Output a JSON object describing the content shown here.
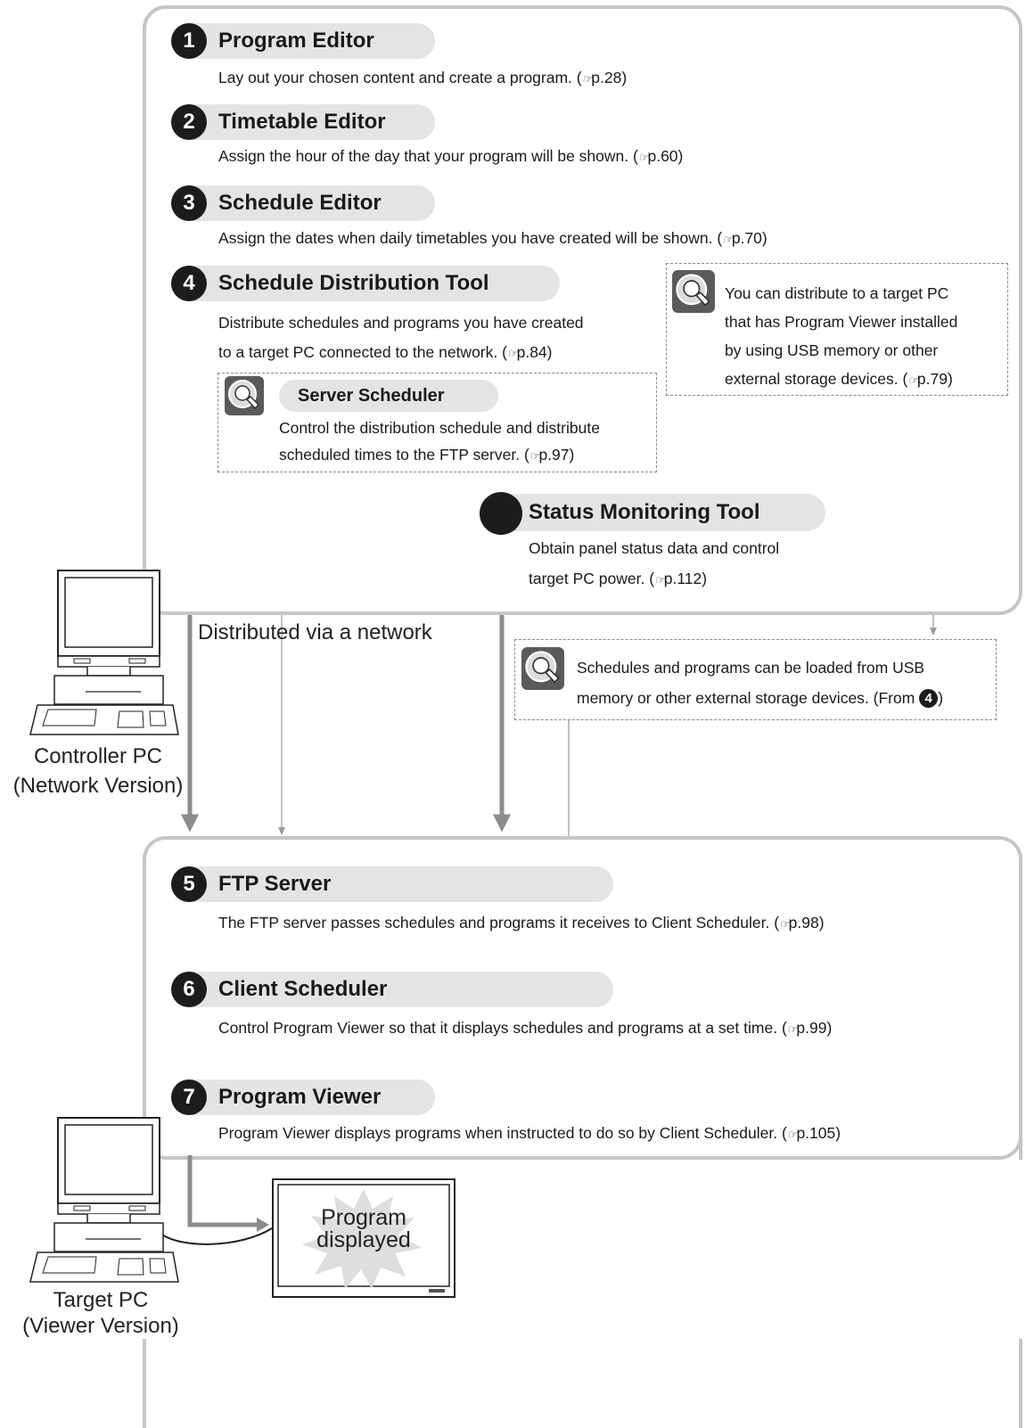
{
  "steps": [
    {
      "num": "1",
      "title": "Program Editor",
      "desc": "Lay out your chosen content and create a program.",
      "ref": "p.28"
    },
    {
      "num": "2",
      "title": "Timetable Editor",
      "desc": "Assign the hour of the day that your program will be shown.",
      "ref": "p.60"
    },
    {
      "num": "3",
      "title": "Schedule Editor",
      "desc": "Assign the dates when daily timetables you have created will be shown.",
      "ref": "p.70"
    },
    {
      "num": "4",
      "title": "Schedule Distribution Tool",
      "desc_line1": "Distribute schedules and programs you have created",
      "desc_line2": "to a target PC connected to the network.",
      "ref": "p.84"
    },
    {
      "num": "5",
      "title": "FTP Server",
      "desc": "The FTP server passes schedules and programs it receives to Client Scheduler.",
      "ref": "p.98"
    },
    {
      "num": "6",
      "title": "Client Scheduler",
      "desc": "Control Program Viewer so that it displays schedules and programs at a set time.",
      "ref": "p.99"
    },
    {
      "num": "7",
      "title": "Program Viewer",
      "desc": "Program Viewer displays programs when instructed to do so by Client Scheduler.",
      "ref": "p.105"
    }
  ],
  "status_tool": {
    "title": "Status Monitoring Tool",
    "line1": "Obtain panel status data and control",
    "line2": "target PC power.",
    "ref": "p.112"
  },
  "server_scheduler": {
    "title": "Server Scheduler",
    "line1": "Control the distribution schedule and distribute",
    "line2": "scheduled times to the FTP server.",
    "ref": "p.97"
  },
  "tip_usb_distribute": {
    "line1": "You can distribute to a target PC",
    "line2": "that has Program Viewer installed",
    "line3": "by using USB memory or other",
    "line4": "external storage devices.",
    "ref": "p.79"
  },
  "tip_usb_load": {
    "line1": "Schedules and programs can be loaded from USB",
    "line2": "memory or other external storage devices. (From",
    "from_num": "4",
    "close": ")"
  },
  "labels": {
    "distributed": "Distributed via a network",
    "controller_line1": "Controller PC",
    "controller_line2": "(Network Version)",
    "target_line1": "Target PC",
    "target_line2": "(Viewer Version)",
    "display_line1": "Program",
    "display_line2": "displayed"
  },
  "ref_prefix": "(",
  "ref_suffix": ")",
  "ref_icon": "pointing-hand-icon",
  "colors": {
    "badge": "#1c1c1c",
    "pill": "#e4e4e4",
    "panel_border": "#c6c6c6",
    "arrow": "#8c8c8c"
  }
}
